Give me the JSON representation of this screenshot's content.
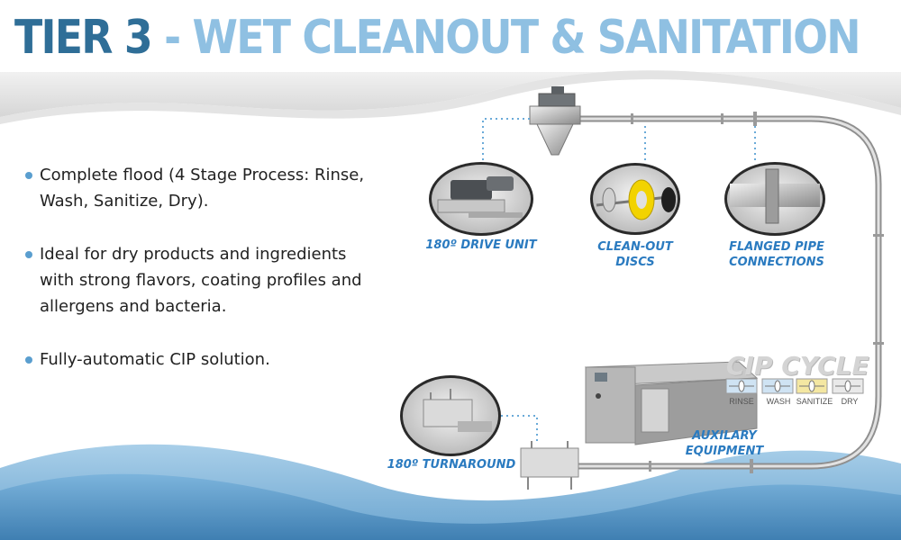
{
  "title": {
    "part1": "TIER 3",
    "part2": " - WET CLEANOUT & SANITATION"
  },
  "bullets": [
    "Complete flood (4 Stage Process: Rinse, Wash, Sanitize, Dry).",
    "Ideal for dry products and ingredients with strong flavors, coating profiles and allergens and bacteria.",
    "Fully-automatic CIP solution."
  ],
  "callouts": {
    "drive": "180º DRIVE UNIT",
    "discs_line1": "CLEAN-OUT",
    "discs_line2": "DISCS",
    "flanged_line1": "FLANGED PIPE",
    "flanged_line2": "CONNECTIONS",
    "aux_line1": "AUXILARY",
    "aux_line2": "EQUIPMENT",
    "turnaround": "180º TURNAROUND"
  },
  "cip": {
    "title": "CIP CYCLE",
    "stages": [
      {
        "label": "RINSE",
        "color": "#cfe3f3"
      },
      {
        "label": "WASH",
        "color": "#cfe3f3"
      },
      {
        "label": "SANITIZE",
        "color": "#f4e7a2"
      },
      {
        "label": "DRY",
        "color": "#e9e9e9"
      }
    ]
  },
  "colors": {
    "title_dark": "#2f6e97",
    "title_light": "#8fc0e2",
    "callout_blue": "#2b7bc0",
    "wave_blue": "#5d97c4",
    "bullet_dot": "#5a9ecf"
  }
}
